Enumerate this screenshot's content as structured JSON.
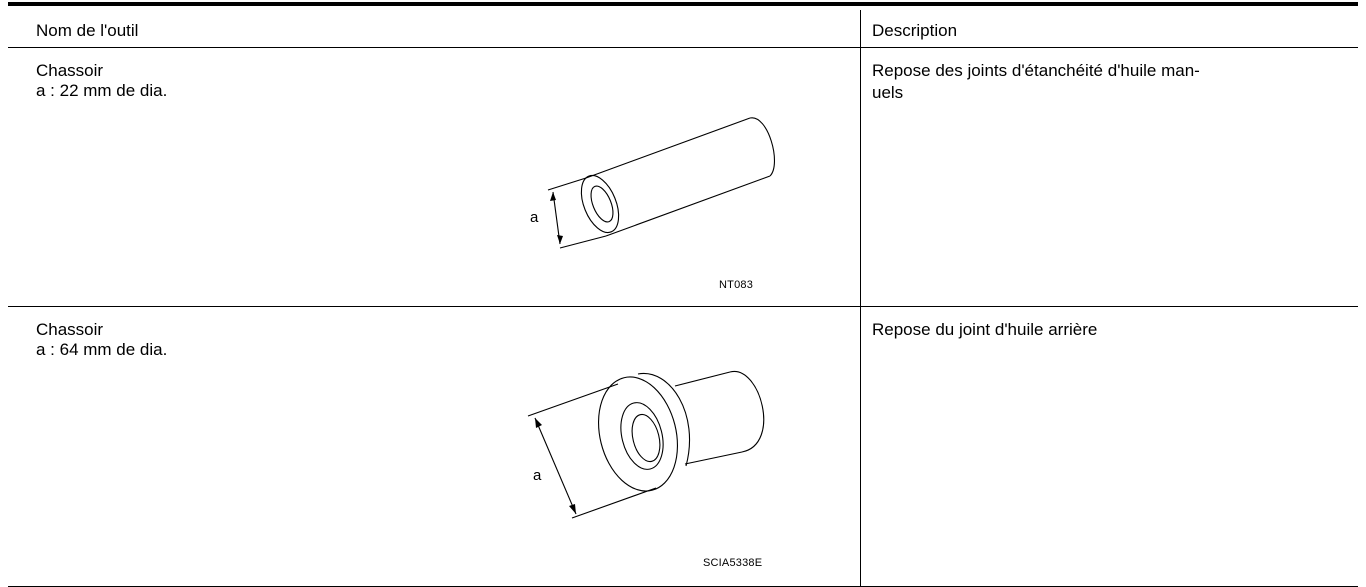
{
  "table": {
    "header": {
      "tool_name": "Nom de l'outil",
      "description": "Description"
    },
    "rows": [
      {
        "name_line1": "Chassoir",
        "name_line2": "a : 22 mm de dia.",
        "description": "Repose des joints d'étanchéité d'huile man-\nuels",
        "figure_code": "NT083",
        "dimension_label": "a",
        "figure_icon": "tube-drift-icon"
      },
      {
        "name_line1": "Chassoir",
        "name_line2": "a : 64 mm de dia.",
        "description": "Repose du joint d'huile arrière",
        "figure_code": "SCIA5338E",
        "dimension_label": "a",
        "figure_icon": "flanged-drift-icon"
      }
    ]
  }
}
